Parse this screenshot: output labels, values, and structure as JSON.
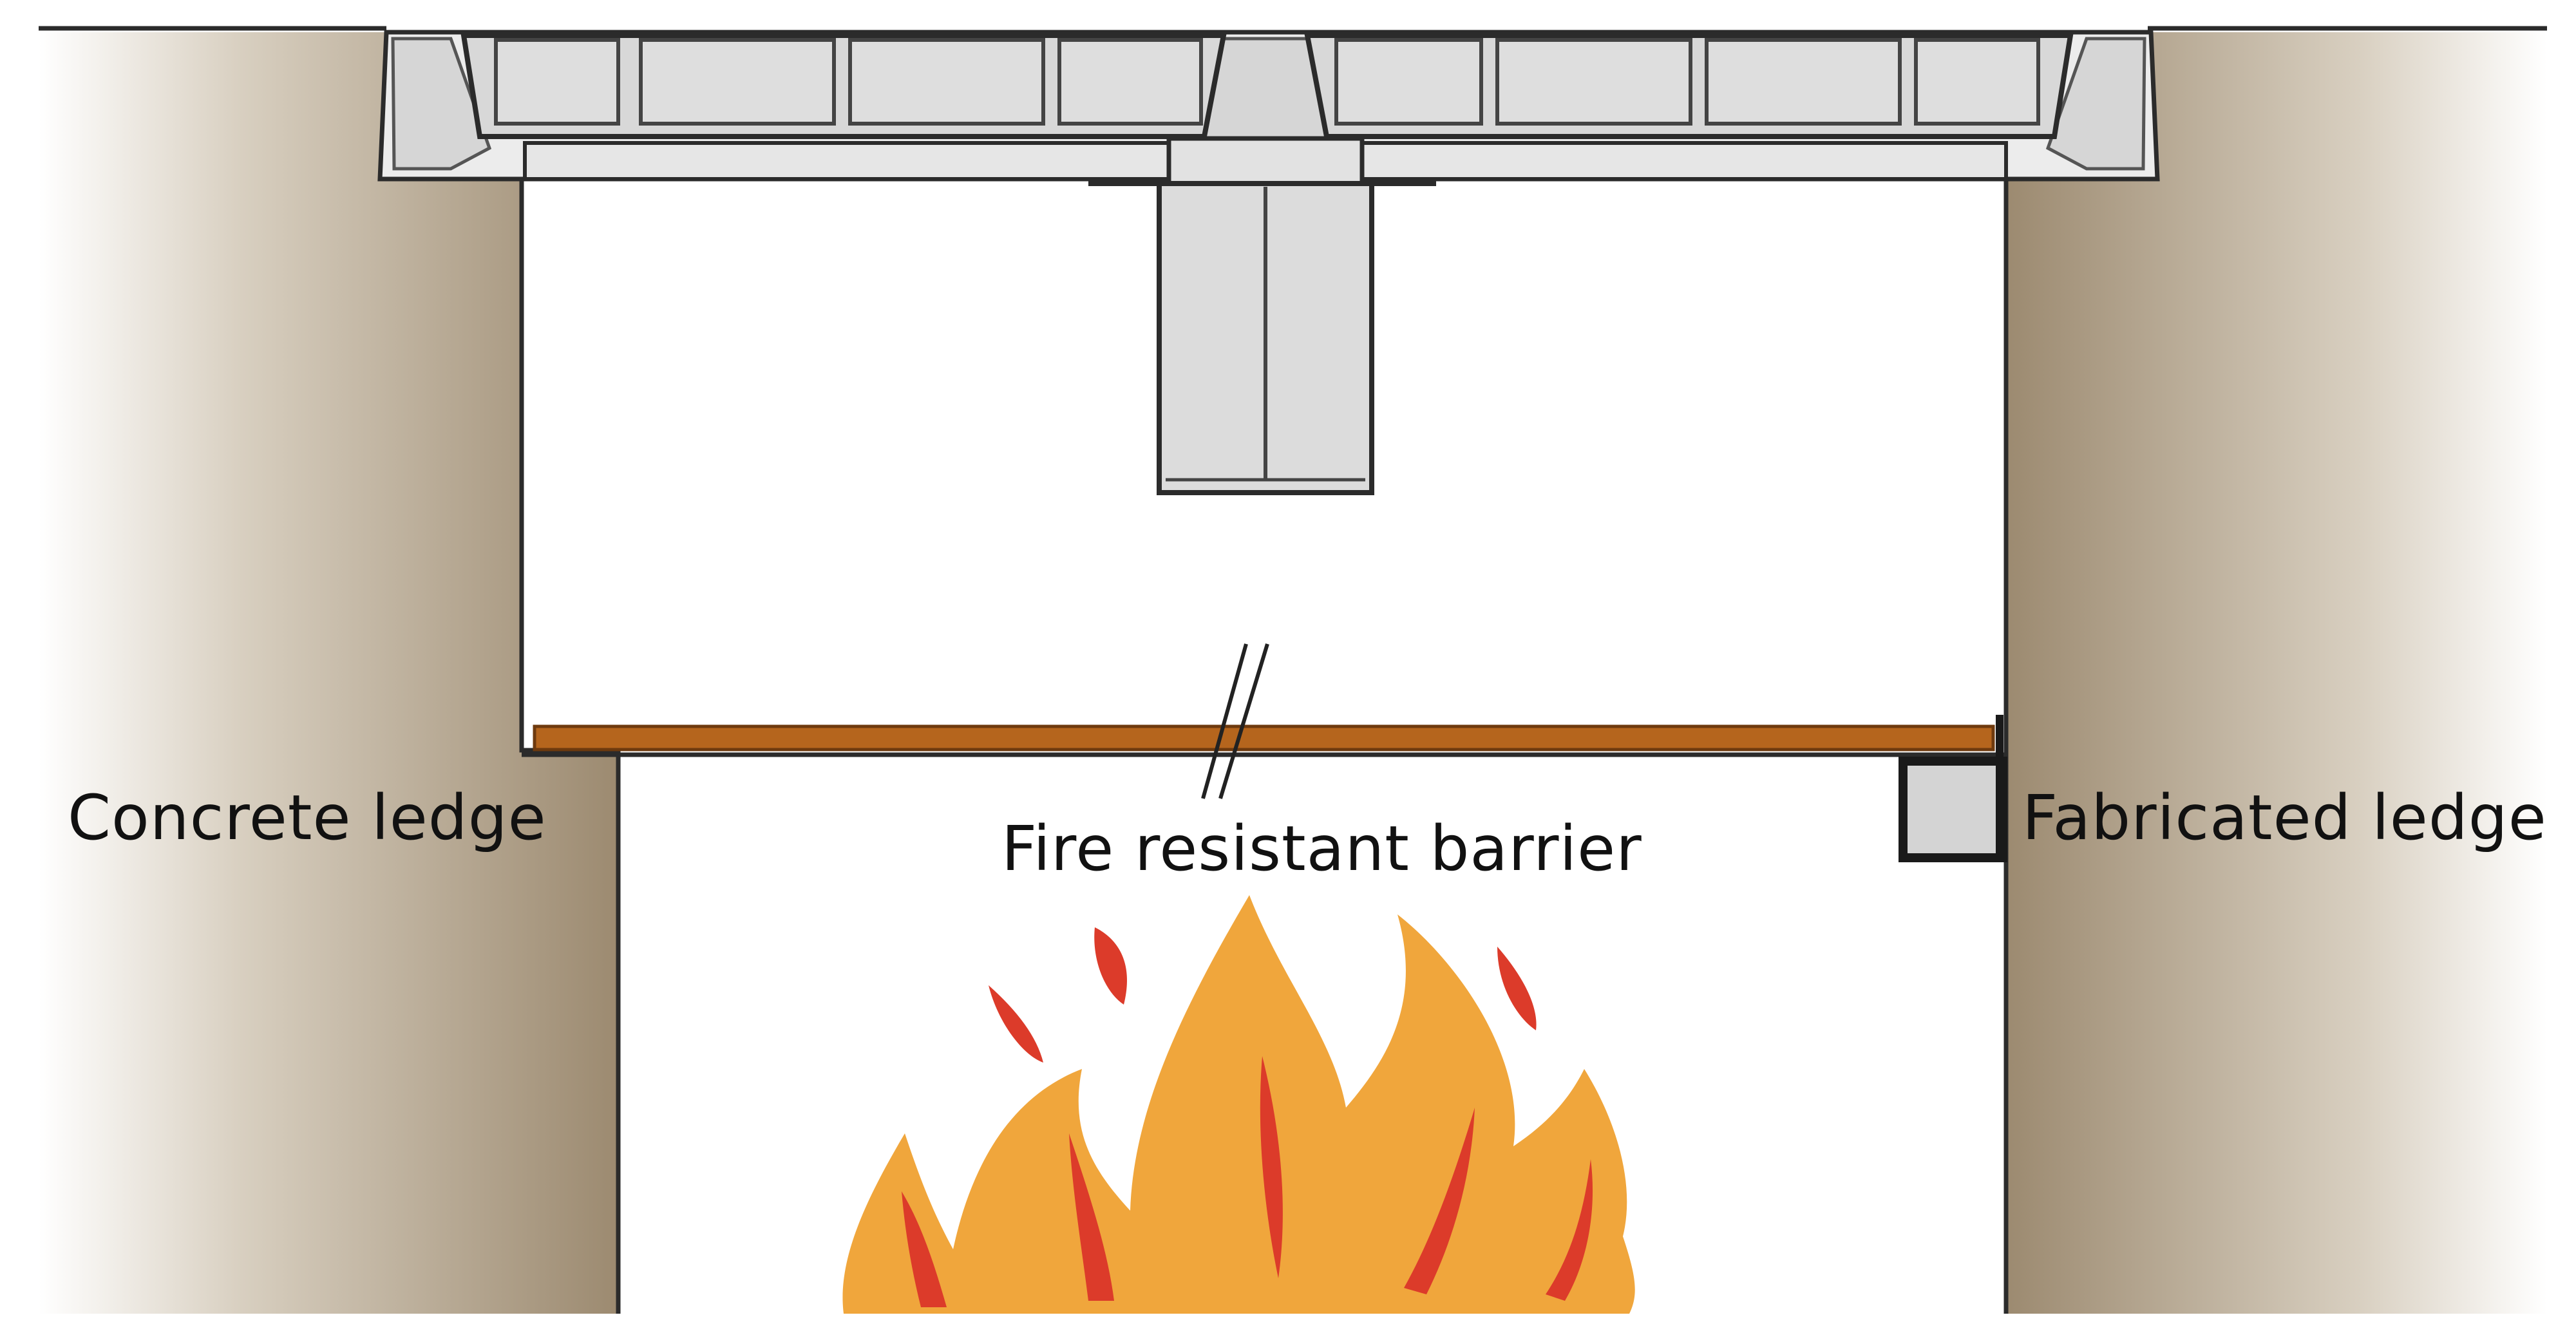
{
  "labels": {
    "concrete_ledge": "Concrete ledge",
    "fabricated_ledge": "Fabricated ledge",
    "fire_barrier": "Fire resistant barrier"
  },
  "colors": {
    "concrete_dark": "#9c8a70",
    "concrete_light": "#ffffff",
    "panel_fill": "#dcdcdc",
    "outline": "#2b2b2b",
    "barrier": "#b5651d",
    "flame_outer": "#f0a63c",
    "flame_inner": "#dc3b2a"
  },
  "icons": {
    "flame": "fire-icon"
  }
}
